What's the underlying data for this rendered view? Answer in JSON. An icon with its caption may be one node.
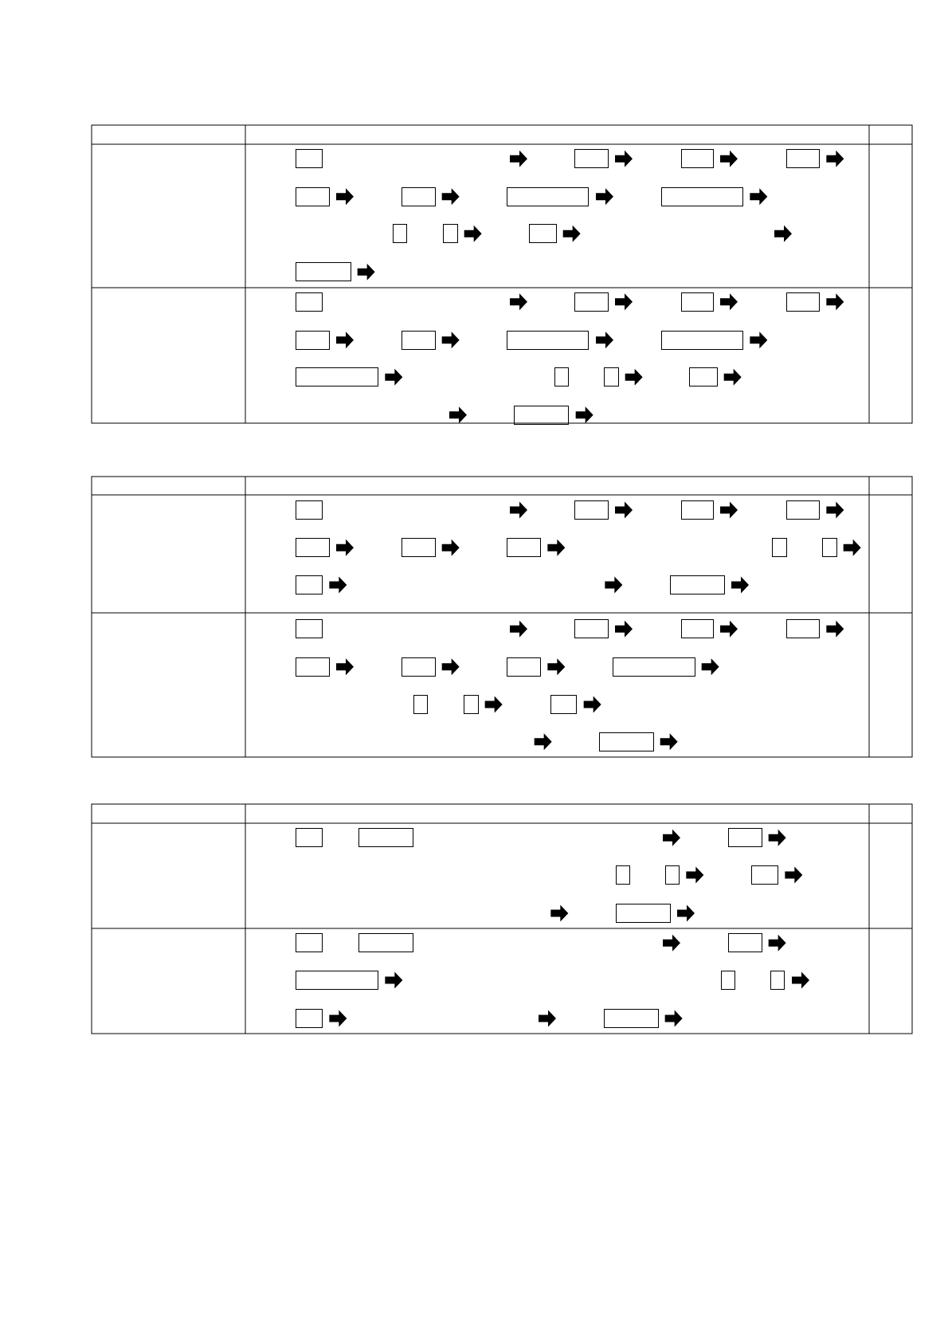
{
  "diagram": {
    "nodes": [
      {
        "text": [],
        "shape": "box"
      },
      {
        "text": [],
        "shape": "box"
      },
      {
        "text": [],
        "shape": "box"
      },
      {
        "text": [],
        "shape": "box"
      },
      {
        "text": [],
        "shape": "box"
      },
      {
        "text": [],
        "shape": "box"
      },
      {
        "text": [],
        "shape": "box"
      },
      {
        "text": [],
        "shape": "box"
      },
      {
        "text": [],
        "shape": "box"
      },
      {
        "text": [],
        "shape": "box"
      },
      {
        "text": [],
        "shape": "box"
      },
      {
        "text": [],
        "shape": "box"
      },
      {
        "text": [],
        "shape": "box"
      },
      {
        "text": [],
        "shape": "box"
      },
      {
        "text": [],
        "shape": "box"
      },
      {
        "text": [],
        "shape": "box"
      },
      {
        "text": [],
        "shape": "box"
      },
      {
        "text": [],
        "shape": "box"
      },
      {
        "text": [],
        "shape": "box"
      },
      {
        "text": [],
        "shape": "box"
      },
      {
        "text": [],
        "shape": "box"
      },
      {
        "text": [],
        "shape": "box"
      },
      {
        "text": [],
        "shape": "box"
      },
      {
        "text": [],
        "shape": "box"
      },
      {
        "text": [],
        "shape": "box"
      },
      {
        "text": [],
        "shape": "box"
      },
      {
        "text": [],
        "shape": "box"
      },
      {
        "text": [],
        "shape": "box"
      },
      {
        "text": [],
        "shape": "box"
      },
      {
        "text": [],
        "shape": "box"
      },
      {
        "text": [],
        "shape": "box"
      },
      {
        "text": [],
        "shape": "box"
      },
      {
        "text": [],
        "shape": "box"
      },
      {
        "text": [],
        "shape": "box"
      },
      {
        "text": [],
        "shape": "box"
      },
      {
        "text": [],
        "shape": "box"
      },
      {
        "text": [],
        "shape": "box"
      },
      {
        "text": [],
        "shape": "box"
      },
      {
        "text": [],
        "shape": "box"
      },
      {
        "text": [],
        "shape": "box"
      },
      {
        "text": [],
        "shape": "box"
      },
      {
        "text": [],
        "shape": "box"
      },
      {
        "text": [],
        "shape": "box"
      },
      {
        "text": [],
        "shape": "box"
      },
      {
        "text": [],
        "shape": "box"
      },
      {
        "text": [],
        "shape": "box"
      },
      {
        "text": [],
        "shape": "box"
      },
      {
        "text": [],
        "shape": "box"
      },
      {
        "text": [],
        "shape": "box"
      },
      {
        "text": [],
        "shape": "box"
      },
      {
        "text": [],
        "shape": "box"
      },
      {
        "text": [],
        "shape": "box"
      },
      {
        "text": [],
        "shape": "box"
      },
      {
        "text": [],
        "shape": "box"
      },
      {
        "text": [],
        "shape": "box"
      },
      {
        "text": [],
        "shape": "box"
      },
      {
        "text": [],
        "shape": "box"
      },
      {
        "text": [],
        "shape": "box"
      },
      {
        "text": [],
        "shape": "box"
      },
      {
        "text": [],
        "shape": "box"
      },
      {
        "text": [],
        "shape": "box"
      },
      {
        "text": [],
        "shape": "box"
      },
      {
        "text": [],
        "shape": "box"
      }
    ]
  }
}
